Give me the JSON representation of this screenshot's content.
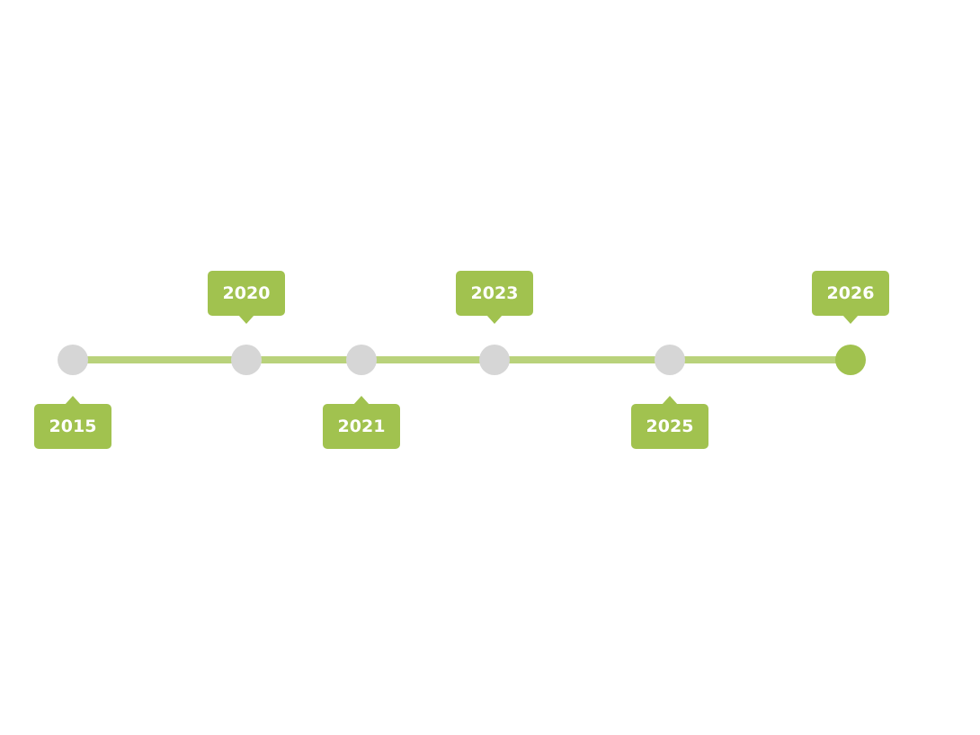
{
  "timeline": {
    "track_color": "#b9d27b",
    "tag_color": "#a1c24f",
    "inactive_node_color": "#d6d6d6",
    "active_node_color": "#a1c24f",
    "milestones": [
      {
        "year": "2015",
        "label_side": "below",
        "active": false
      },
      {
        "year": "2020",
        "label_side": "above",
        "active": false
      },
      {
        "year": "2021",
        "label_side": "below",
        "active": false
      },
      {
        "year": "2023",
        "label_side": "above",
        "active": false
      },
      {
        "year": "2025",
        "label_side": "below",
        "active": false
      },
      {
        "year": "2026",
        "label_side": "above",
        "active": true
      }
    ]
  }
}
